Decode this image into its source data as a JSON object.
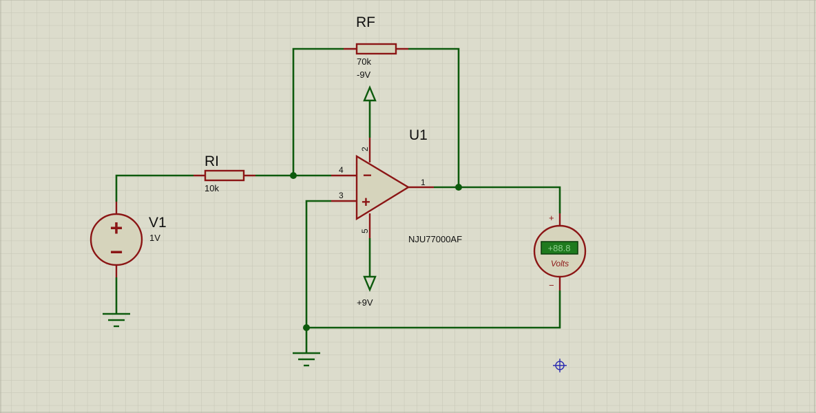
{
  "colors": {
    "background": "#dcdccc",
    "grid_minor": "#c5c5b5",
    "grid_major": "#b0b0a0",
    "wire": "#0d5a0d",
    "component": "#8b1515",
    "component_fill": "#d6d4bc",
    "meter_display": "#1e7a1e",
    "marker": "#2a2ab0"
  },
  "components": {
    "rf": {
      "name": "RF",
      "value": "70k"
    },
    "ri": {
      "name": "RI",
      "value": "10k"
    },
    "v1": {
      "name": "V1",
      "value": "1V",
      "plus": "+",
      "minus": "−"
    },
    "u1": {
      "name": "U1",
      "part": "NJU77000AF",
      "pin_inverting": "4",
      "pin_noninverting": "3",
      "pin_output": "1",
      "pin_vneg": "2",
      "pin_vpos": "5",
      "input_minus": "−",
      "input_plus": "+"
    },
    "rail_top": {
      "label": "-9V"
    },
    "rail_bottom": {
      "label": "+9V"
    },
    "voltmeter": {
      "display": "+88.8",
      "unit": "Volts",
      "plus": "+",
      "minus": "−"
    }
  },
  "icons": {
    "ground_v1": "ground-icon",
    "ground_main": "ground-icon",
    "marker": "crosshair-marker-icon"
  }
}
